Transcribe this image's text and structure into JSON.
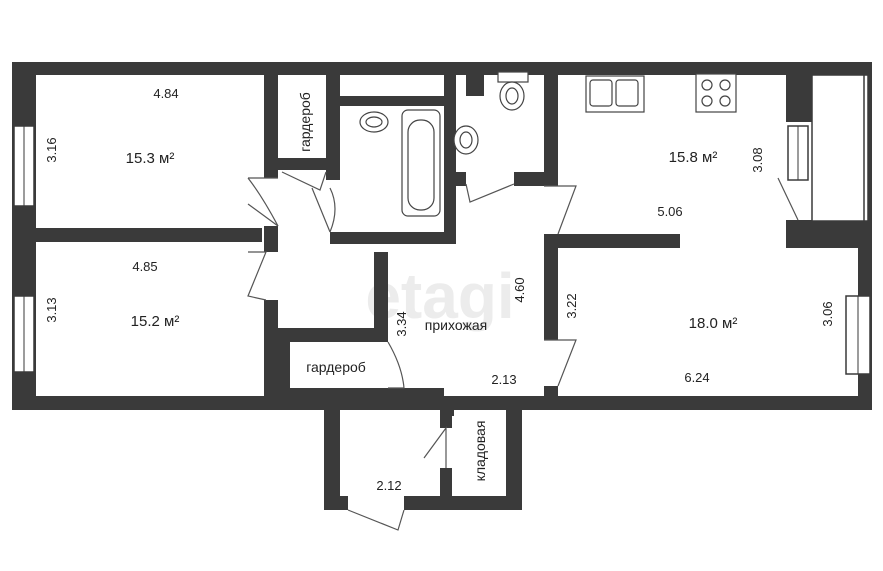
{
  "watermark": "etagi",
  "rooms": {
    "room_top_left": {
      "area": "15.3 м²",
      "width": "4.84",
      "height": "3.16"
    },
    "room_mid_left": {
      "area": "15.2 м²",
      "width": "4.85",
      "height": "3.13"
    },
    "kitchen": {
      "area": "15.8 м²",
      "width": "5.06",
      "height": "3.08"
    },
    "room_right": {
      "area": "18.0 м²",
      "width": "6.24",
      "height_left": "3.22",
      "height_right": "3.06"
    }
  },
  "labels": {
    "wardrobe_top": "гардероб",
    "wardrobe_bottom": "гардероб",
    "hallway": "прихожая",
    "hallway_height": "4.60",
    "hallway_depth": "3.34",
    "hallway_width": "2.13",
    "storage": "кладовая",
    "entrance_width": "2.12"
  },
  "colors": {
    "wall": "#3a3a3a",
    "watermark": "#e9e9e9"
  }
}
